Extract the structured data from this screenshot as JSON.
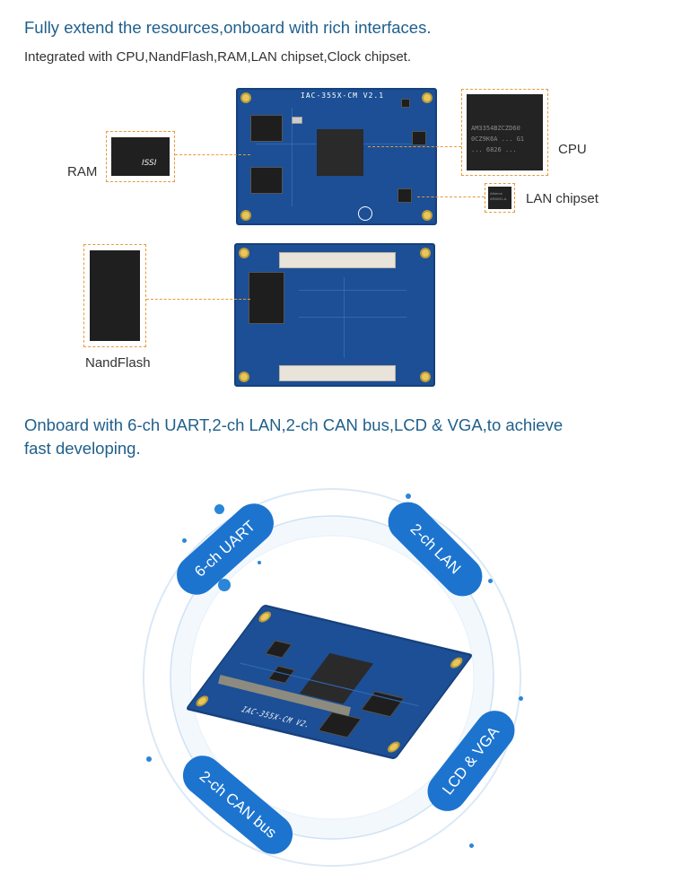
{
  "section1": {
    "title": "Fully extend the resources,onboard with rich interfaces.",
    "subtitle": "Integrated with CPU,NandFlash,RAM,LAN chipset,Clock chipset."
  },
  "board_top": {
    "silkscreen": "IAC-355X-CM V2.1"
  },
  "callouts": {
    "ram": "RAM",
    "cpu": "CPU",
    "lan": "LAN chipset",
    "nandflash": "NandFlash"
  },
  "chip_markings": {
    "cpu": [
      "AM3354BZCZD60",
      "0CZ9K6A   ... G1",
      "... 6826  ..."
    ],
    "ram": [
      "ISSI"
    ],
    "lan": [
      "Atheros",
      "AR8031-A"
    ]
  },
  "section2": {
    "title_line1": "Onboard with 6-ch UART,2-ch LAN,2-ch CAN bus,LCD & VGA,to achieve",
    "title_line2": "fast developing."
  },
  "features": {
    "uart": "6-ch UART",
    "lan": "2-ch LAN",
    "lcd": "LCD & VGA",
    "can": "2-ch CAN bus"
  },
  "board_angled": {
    "silkscreen": "IAC-355X-CM V2."
  },
  "colors": {
    "title": "#1f5f8b",
    "accent": "#1c74cf",
    "pcb": "#1c4f95",
    "dashed": "#e79a3c"
  }
}
